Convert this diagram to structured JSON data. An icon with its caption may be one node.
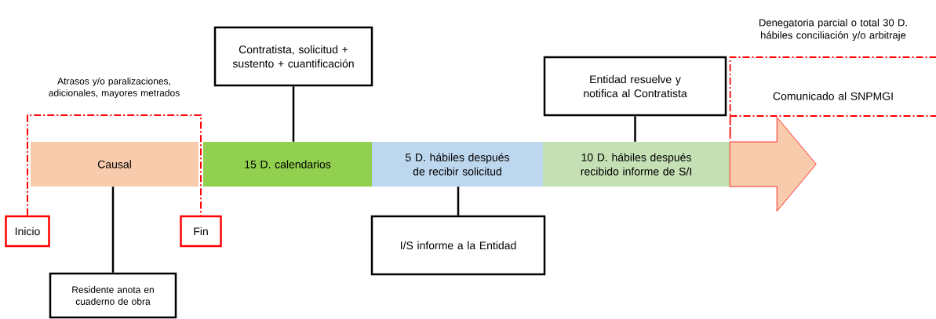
{
  "diagram": {
    "nodes": [
      {
        "text": [
          "Causal"
        ]
      },
      {
        "text": [
          "15 D. calendarios"
        ]
      },
      {
        "text": [
          "5 D. hábiles después de recibir solicitud"
        ]
      },
      {
        "text": [
          "10 D. hábiles después recibido informe de S/I"
        ]
      },
      {
        "text": [
          "Contratista, solicitud + sustento + cuantificación"
        ]
      },
      {
        "text": [
          "Entidad resuelve y notifica al Contratista"
        ]
      },
      {
        "text": [
          "I/S informe a la Entidad"
        ]
      },
      {
        "text": [
          "Inicio"
        ]
      },
      {
        "text": [
          "Fin"
        ]
      },
      {
        "text": [
          "Residente anota en cuaderno de obra"
        ]
      },
      {
        "text": [
          "Denegatoria parcial o total 30 D. hábiles conciliación y/o arbitraje",
          "Comunicado al SNPMGI"
        ]
      }
    ],
    "edges": [
      {
        "from": 4,
        "to": 1,
        "arrow": "none"
      },
      {
        "from": 9,
        "to": 0,
        "arrow": "none"
      },
      {
        "from": 6,
        "to": 2,
        "arrow": "none"
      },
      {
        "from": 5,
        "to": 3,
        "arrow": "none"
      },
      {
        "from": 7,
        "to": 8,
        "arrow": "none",
        "style": "dashed",
        "color": "#ff0000",
        "label": "Atrasos y/o paralizaciones, adicionales, mayores metrados"
      },
      {
        "from": 3,
        "to": null,
        "arrow": "to",
        "style": "thick",
        "color": "#ff0000"
      }
    ]
  }
}
